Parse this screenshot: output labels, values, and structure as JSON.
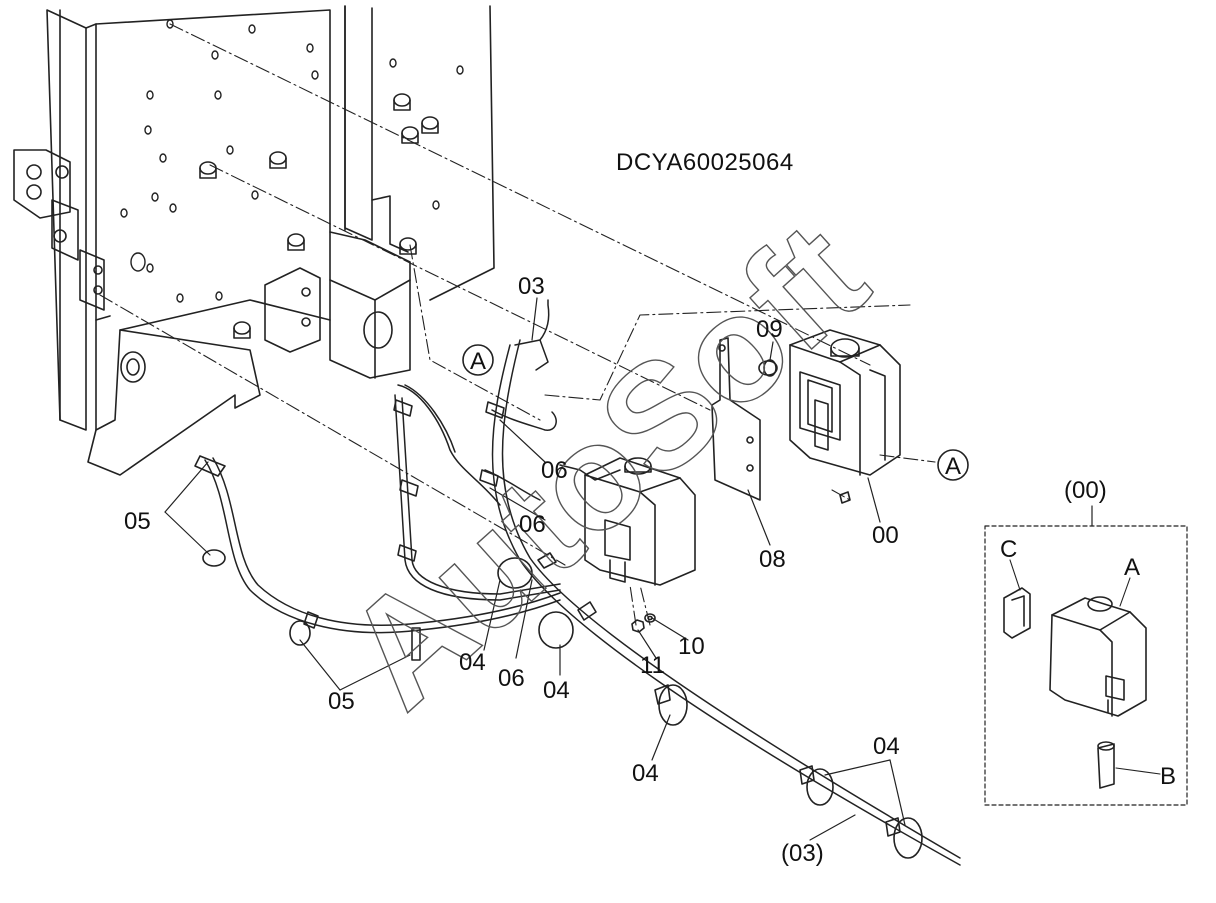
{
  "drawing_code": "DCYA60025064",
  "watermark": "AutoSoft",
  "callouts": [
    {
      "id": "c-03",
      "text": "03"
    },
    {
      "id": "c-09",
      "text": "09"
    },
    {
      "id": "c-06a",
      "text": "06"
    },
    {
      "id": "c-06b",
      "text": "06"
    },
    {
      "id": "c-06c",
      "text": "06"
    },
    {
      "id": "c-05a",
      "text": "05"
    },
    {
      "id": "c-05b",
      "text": "05"
    },
    {
      "id": "c-04a",
      "text": "04"
    },
    {
      "id": "c-04b",
      "text": "04"
    },
    {
      "id": "c-04c",
      "text": "04"
    },
    {
      "id": "c-04d",
      "text": "04"
    },
    {
      "id": "c-08",
      "text": "08"
    },
    {
      "id": "c-00",
      "text": "00"
    },
    {
      "id": "c-10",
      "text": "10"
    },
    {
      "id": "c-11",
      "text": "11"
    },
    {
      "id": "c-03p",
      "text": "(03)"
    }
  ],
  "ref_markers": [
    {
      "id": "ref-a-left",
      "text": "A"
    },
    {
      "id": "ref-a-right",
      "text": "A"
    }
  ],
  "detail_box": {
    "title": "(00)",
    "labels": {
      "c": "C",
      "a": "A",
      "b": "B"
    }
  }
}
